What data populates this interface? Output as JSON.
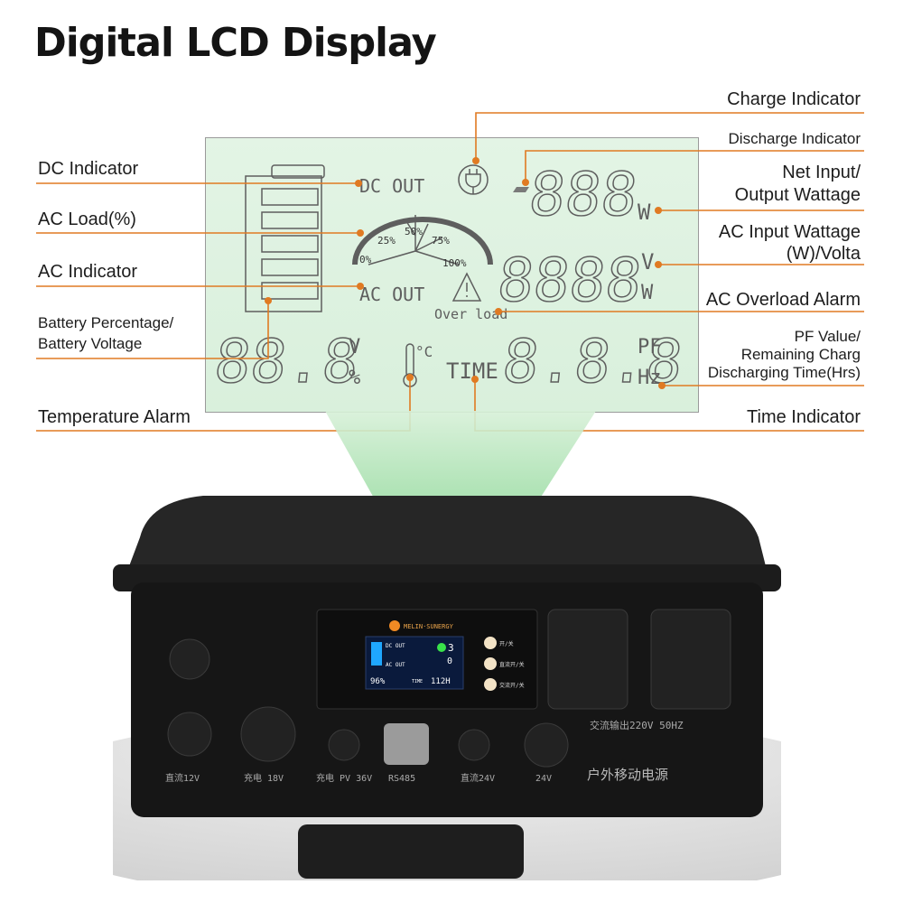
{
  "heading": "Digital LCD Display",
  "accent": "#e07a22",
  "labels": {
    "charge": "Charge Indicator",
    "discharge": "Discharge Indicator",
    "dc": "DC Indicator",
    "net_1": "Net Input/",
    "net_2": "Output Wattage",
    "ac_load": "AC Load(%)",
    "ac_input_1": "AC Input Wattage",
    "ac_input_2": "(W)/Volta",
    "ac_indicator": "AC Indicator",
    "overload": "AC Overload Alarm",
    "battery_1": "Battery Percentage/",
    "battery_2": "Battery Voltage",
    "pf_1": "PF Value/",
    "pf_2": "Remaining Charg",
    "pf_3": "Discharging Time(Hrs)",
    "temperature": "Temperature Alarm",
    "time": "Time Indicator"
  },
  "lcd": {
    "dc_out": "DC OUT",
    "ac_out": "AC OUT",
    "gauge": [
      "0%",
      "25%",
      "50%",
      "75%",
      "100%"
    ],
    "overload": "Over load",
    "net_digits": "888",
    "net_unit": "W",
    "input_digits": "8888",
    "input_unit_1": "V",
    "input_unit_2": "W",
    "battery_digits": "88.8",
    "battery_unit_1": "V",
    "battery_unit_2": "%",
    "temp_unit": "°C",
    "time_label": "TIME",
    "pf_digits": "8.8.8",
    "pf_unit_1": "PF",
    "pf_unit_2": "Hz"
  },
  "device": {
    "brand": "MELIN·SUNERGY",
    "screen_dc": "DC OUT",
    "screen_ac": "AC OUT",
    "screen_watts": "3",
    "screen_out": "0",
    "screen_pct": "96%",
    "screen_time_label": "TIME",
    "screen_time": "112H",
    "switch_1": "开/关",
    "switch_2": "直流开/关",
    "switch_3": "交流开/关",
    "ac_output": "交流输出220V 50HZ",
    "port_dc12": "直流12V",
    "port_charge": "充电 18V",
    "port_pv": "充电 PV 36V",
    "port_rs485": "RS485",
    "port_dc24": "直流24V",
    "port_24v": "24V",
    "product": "户外移动电源"
  }
}
